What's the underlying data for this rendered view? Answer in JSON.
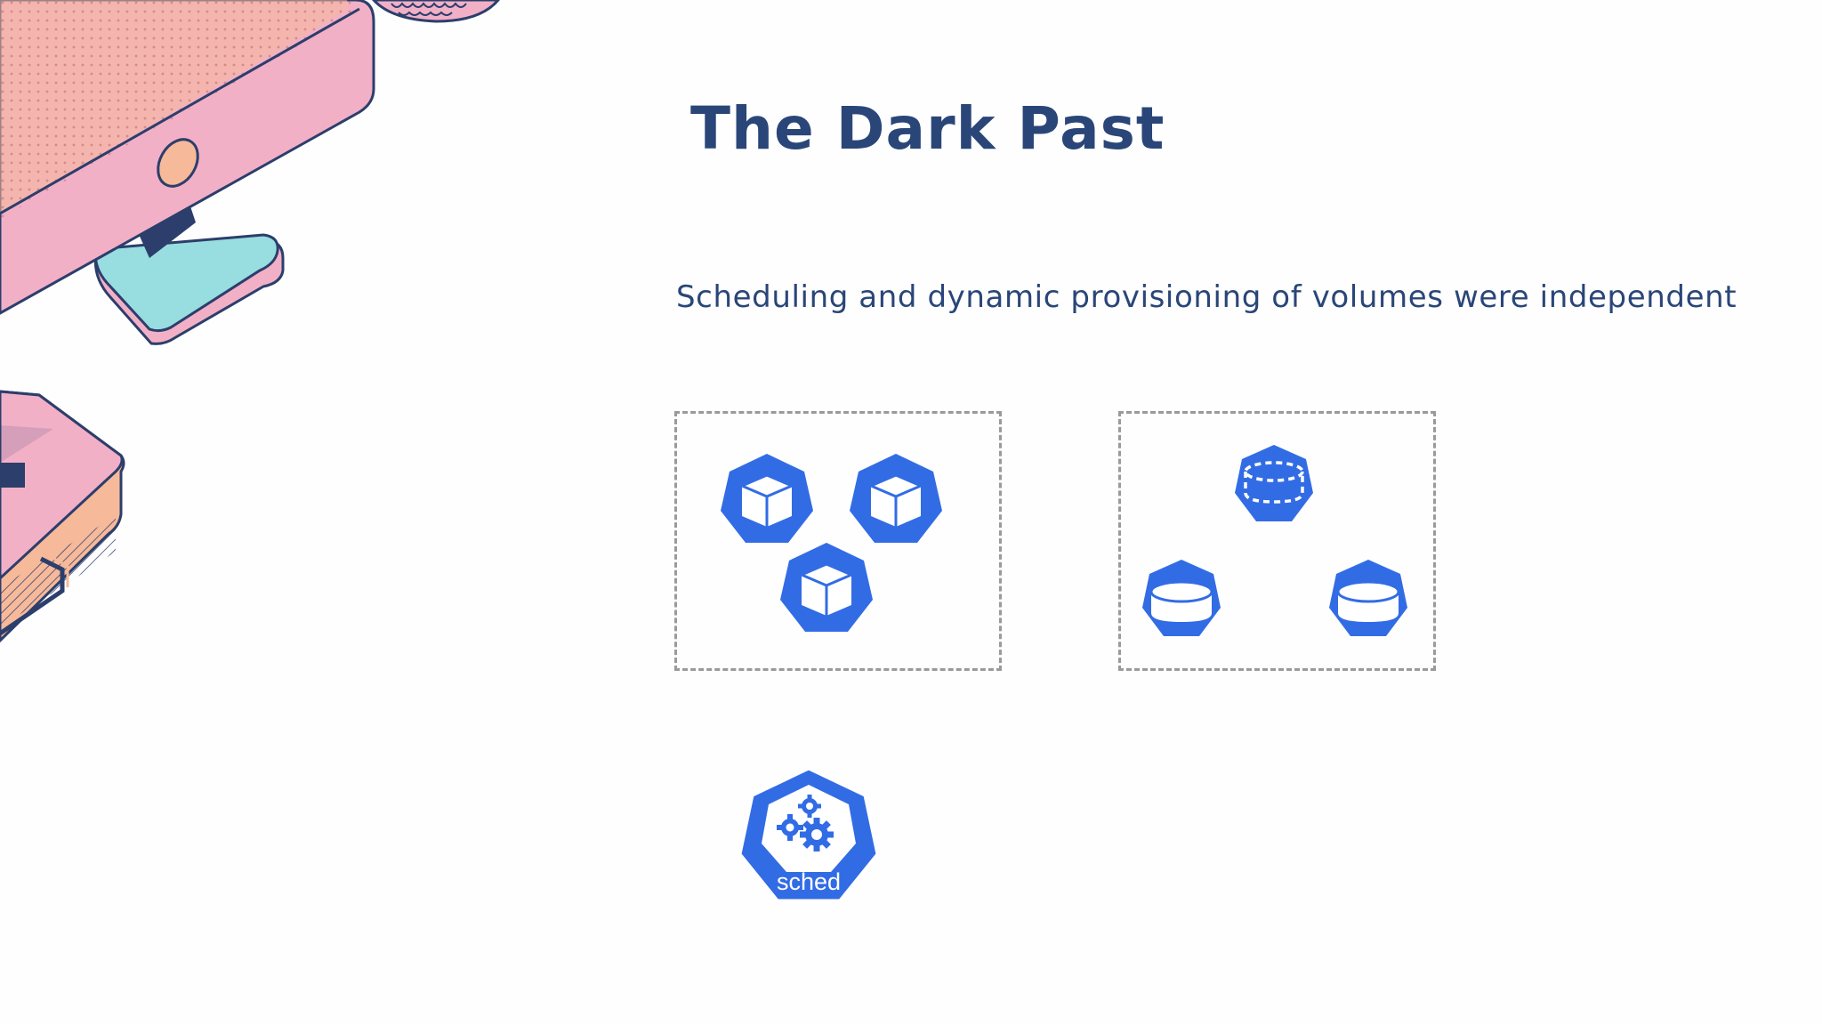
{
  "slide": {
    "title": "The Dark Past",
    "subtitle": "Scheduling and dynamic provisioning of volumes were independent",
    "scheduler_label": "sched"
  },
  "colors": {
    "background": "#fefefe",
    "title_text": "#2a4678",
    "k8s_blue": "#326ce5",
    "dashed_border": "#9a9a9a",
    "illustration_pink": "#f2b0c7",
    "illustration_peach": "#f6b99a",
    "illustration_teal": "#98dde0",
    "illustration_outline": "#2c3e6b"
  },
  "icons": {
    "pods": [
      "pod-icon",
      "pod-icon",
      "pod-icon"
    ],
    "volumes": [
      "storage-class-icon",
      "persistent-volume-icon",
      "persistent-volume-icon"
    ],
    "scheduler": "scheduler-icon"
  }
}
